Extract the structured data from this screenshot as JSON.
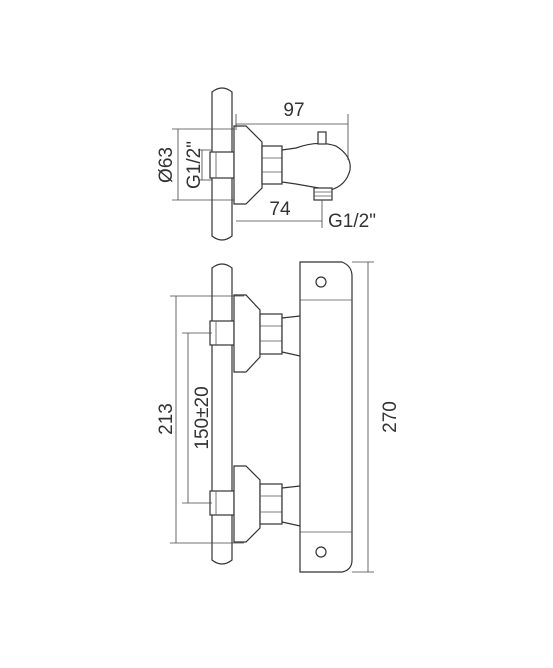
{
  "top_view": {
    "dim_width": "97",
    "dim_diameter": "Ø63",
    "dim_thread_inlet": "G1/2\"",
    "dim_depth": "74",
    "dim_thread_outlet": "G1/2\""
  },
  "front_view": {
    "dim_outer_height": "213",
    "dim_centers": "150±20",
    "dim_total_height": "270"
  },
  "colors": {
    "line": "#333333",
    "background": "#ffffff"
  }
}
